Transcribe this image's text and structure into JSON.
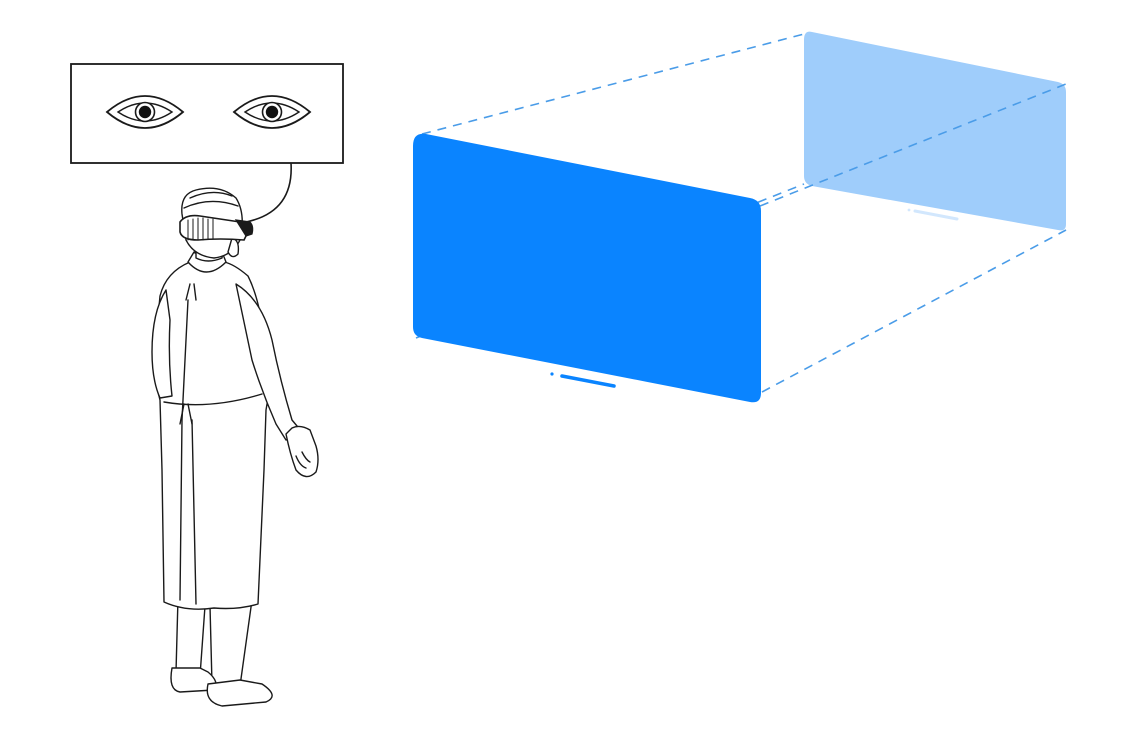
{
  "colors": {
    "background": "#ffffff",
    "near_window": "#0a84ff",
    "far_window": "#9fcdfb",
    "guide_lines": "#4a9ce8",
    "outline": "#1a1a1a",
    "far_bar": "#d2e7fd",
    "near_bar": "#0a84ff"
  },
  "icons": {
    "eye_left": "eye-icon",
    "eye_right": "eye-icon",
    "headset": "vision-headset-icon",
    "person": "surgeon-figure"
  },
  "elements": {
    "near_window": "near-window",
    "far_window": "far-window",
    "eye_callout": "eye-callout"
  }
}
